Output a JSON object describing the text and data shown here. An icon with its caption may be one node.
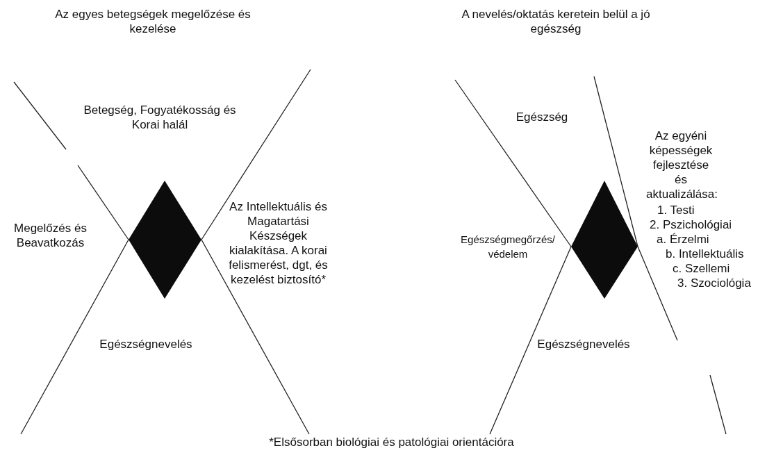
{
  "diagram": {
    "caption": "*Elsősorban biológiai és patológiai orientációra",
    "labels": [
      "Az egyes betegségek megelőzése és kezelése",
      "A nevelés/oktatás keretein belül a jó egészség",
      "Betegség, Fogyatékosság és Korai halál",
      "Egészség",
      "Az egyéni képességek fejlesztése és aktualizálása:",
      "Megelőzés és Beavatkozás",
      "Az Intellektuális és Magatartási Készségek kialakítása. A korai felismerést, dgt, és kezelést biztosító*",
      "Egészségmegőrzés/ védelem",
      "1. Testi",
      "2. Pszichológiai",
      "a. Érzelmi",
      "b. Intellektuális",
      "c. Szellemi",
      "3. Szociológia",
      "Egészségnevelés",
      "Egészségnevelés"
    ]
  }
}
